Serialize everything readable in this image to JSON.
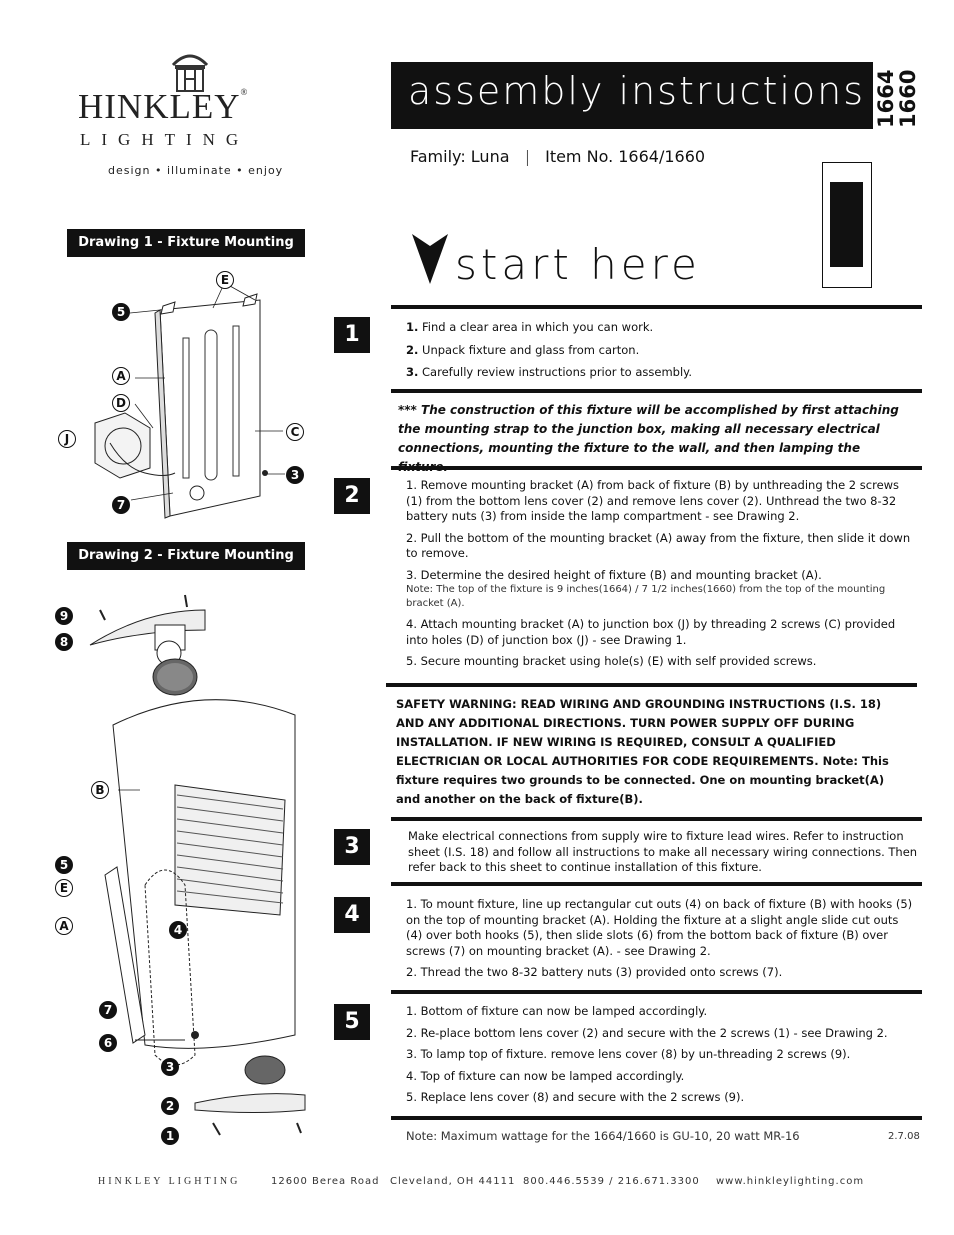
{
  "brand": {
    "name": "HINKLEY",
    "sub": "LIGHTING",
    "registered": "®",
    "tagline": "design • illuminate • enjoy"
  },
  "header": {
    "title": "assembly instructions",
    "code1": "1664",
    "code2": "1660",
    "family_label": "Family: Luna",
    "separator": "|",
    "item_label": "Item No. 1664/1660"
  },
  "drawings": {
    "d1_label": "Drawing 1 - Fixture Mounting",
    "d2_label": "Drawing 2 - Fixture Mounting",
    "d1_callouts": [
      "E",
      "5",
      "A",
      "D",
      "J",
      "C",
      "3",
      "7"
    ],
    "d2_callouts": [
      "9",
      "8",
      "B",
      "5",
      "E",
      "A",
      "4",
      "7",
      "6",
      "3",
      "2",
      "1"
    ]
  },
  "start_here": "start here",
  "steps": [
    {
      "num": "1",
      "lines": [
        {
          "n": "1.",
          "t": " Find a clear area in which you can work."
        },
        {
          "n": "2.",
          "t": " Unpack fixture and glass from carton."
        },
        {
          "n": "3.",
          "t": " Carefully review instructions prior to assembly."
        }
      ]
    },
    {
      "num": "2"
    },
    {
      "num": "3"
    },
    {
      "num": "4"
    },
    {
      "num": "5"
    }
  ],
  "construction_note": "*** The construction of this fixture will be accomplished by first attaching the mounting strap to the junction box, making all necessary electrical connections, mounting the fixture to the wall, and then lamping the fixture.",
  "step2": {
    "p1": "1.  Remove mounting bracket (A) from back of fixture (B) by unthreading the 2 screws (1) from the bottom lens cover (2) and remove lens cover (2).  Unthread the two 8-32 battery nuts (3) from inside the lamp compartment - see Drawing 2.",
    "p2": "2. Pull the bottom of the mounting bracket (A) away from the fixture, then slide it down to remove.",
    "p3": "3. Determine the desired height of fixture (B) and mounting bracket (A).",
    "p3_note": "Note: The top of the fixture is 9 inches(1664) / 7 1/2 inches(1660) from the top of the mounting bracket (A).",
    "p4": "4. Attach mounting bracket (A) to junction box (J) by threading 2 screws (C) provided into holes (D) of junction box (J) - see Drawing 1.",
    "p5": "5. Secure mounting bracket using hole(s) (E) with self provided screws."
  },
  "safety": "SAFETY WARNING: READ WIRING AND GROUNDING INSTRUCTIONS (I.S. 18) AND ANY ADDITIONAL DIRECTIONS. TURN POWER SUPPLY OFF DURING INSTALLATION. IF NEW WIRING IS REQUIRED, CONSULT A QUALIFIED ELECTRICIAN OR LOCAL AUTHORITIES FOR CODE REQUIREMENTS. Note: This fixture requires two grounds to be connected.  One on mounting bracket(A) and another on the back of  fixture(B).",
  "step3": "Make electrical connections from supply wire to fixture lead wires. Refer to instruction sheet (I.S. 18) and follow all instructions to make all necessary wiring connections. Then refer back to this sheet to continue installation of this fixture.",
  "step4": {
    "p1": "1. To mount fixture, line up rectangular cut outs (4) on back of fixture (B) with hooks (5) on the top of mounting bracket (A).  Holding the fixture at a slight angle slide cut outs (4) over both hooks (5), then slide slots (6) from the bottom back of fixture (B) over screws (7) on mounting bracket (A). - see Drawing 2.",
    "p2": "2. Thread the two 8-32 battery nuts (3) provided onto screws (7)."
  },
  "step5": {
    "p1": "1. Bottom of fixture can now be lamped accordingly.",
    "p2": "2. Re-place bottom lens cover (2) and secure with the 2 screws (1) - see Drawing 2.",
    "p3": "3. To lamp top of fixture. remove lens cover (8) by un-threading 2 screws (9).",
    "p4": "4. Top of fixture can now be lamped accordingly.",
    "p5": "5. Replace lens cover (8) and secure with the 2 screws (9)."
  },
  "bottom_note": "Note: Maximum wattage for the 1664/1660 is GU-10, 20 watt MR-16",
  "date_code": "2.7.08",
  "footer": {
    "company": "HINKLEY LIGHTING",
    "address": "12600 Berea Road",
    "city": "Cleveland, OH 44111",
    "phone": "800.446.5539 / 216.671.3300",
    "web": "www.hinkleylighting.com"
  }
}
